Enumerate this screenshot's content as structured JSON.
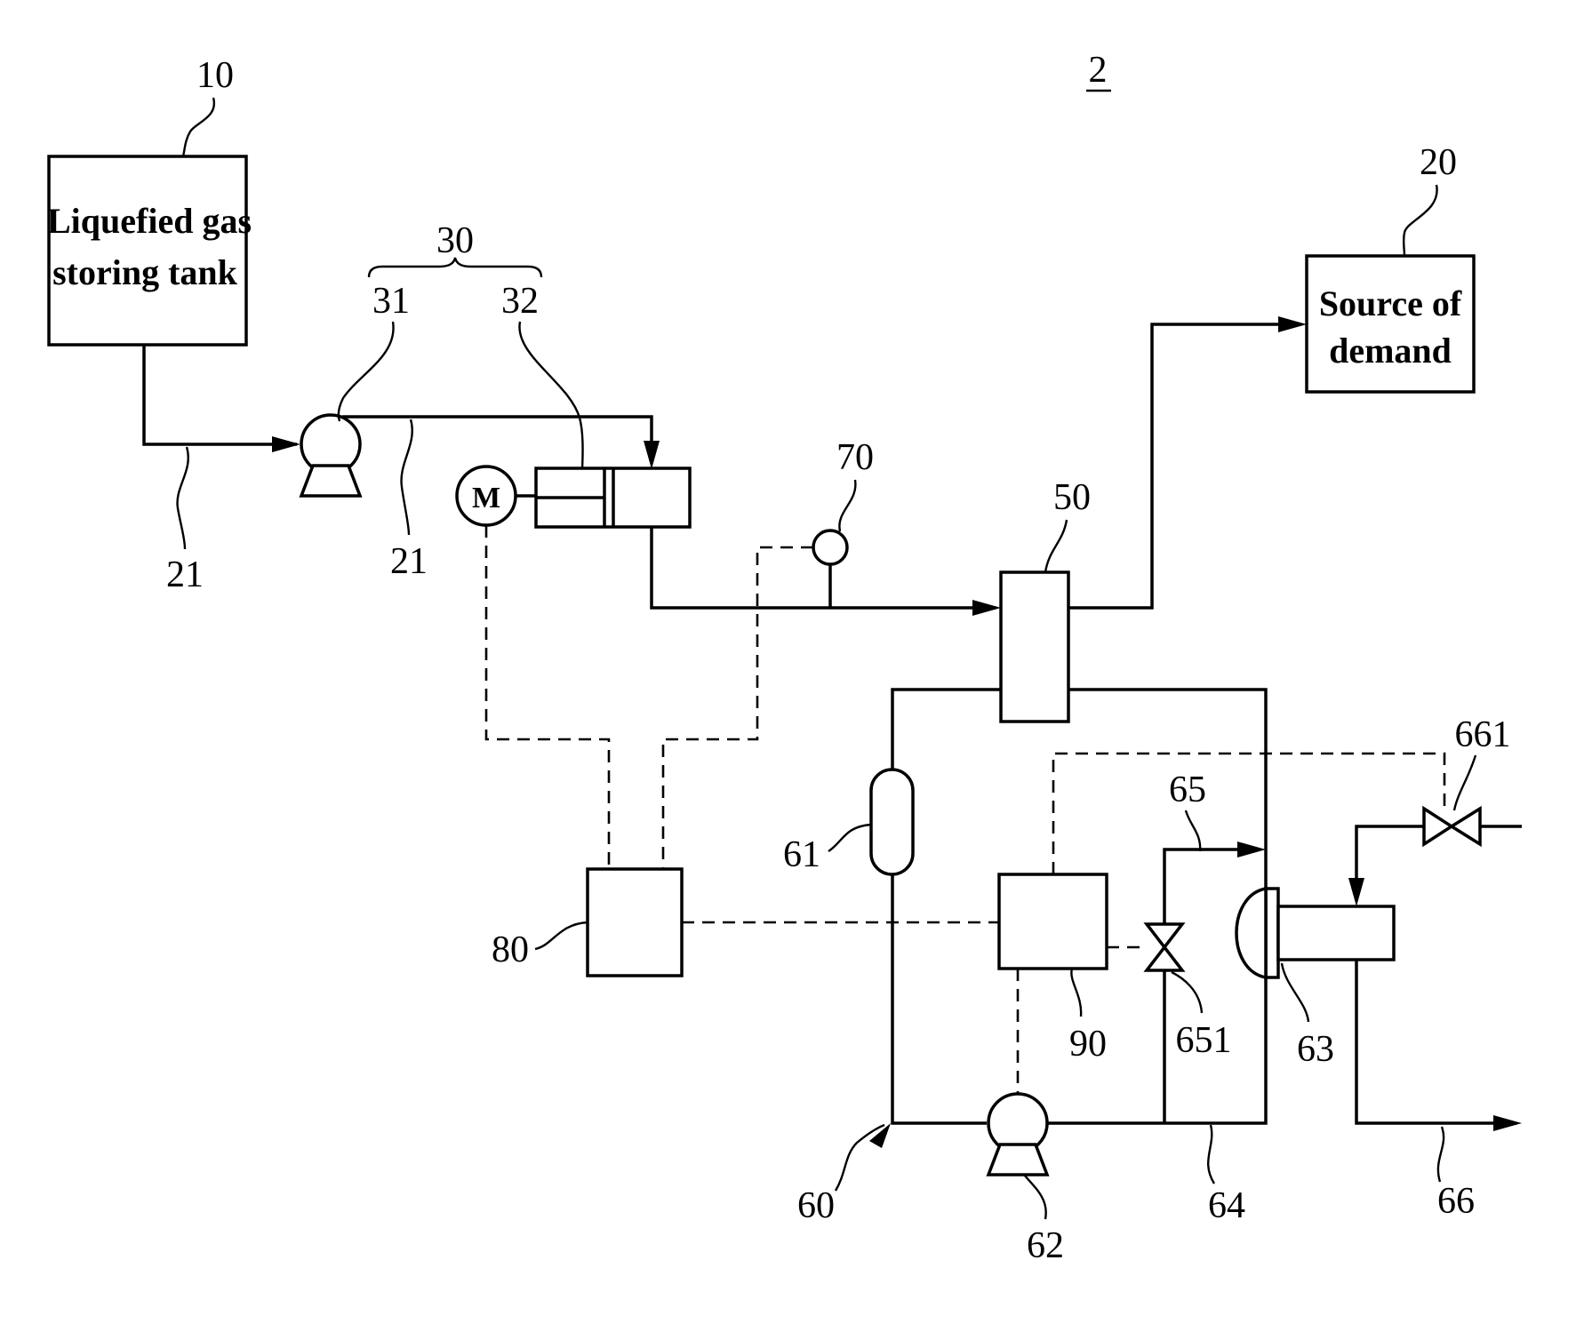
{
  "figure_number": "2",
  "components": {
    "tank": {
      "ref": "10",
      "label_line1": "Liquefied gas",
      "label_line2": "storing tank"
    },
    "demand": {
      "ref": "20",
      "label_line1": "Source of",
      "label_line2": "demand"
    },
    "pump_group": {
      "ref": "30",
      "pump_ref": "31",
      "cylinder_ref": "32"
    },
    "supply_line": {
      "ref_a": "21",
      "ref_b": "21"
    },
    "motor": {
      "symbol": "M"
    },
    "sensor": {
      "ref": "70"
    },
    "heat_exchanger": {
      "ref": "50"
    },
    "controller": {
      "ref": "80"
    },
    "secondary_controller": {
      "ref": "90"
    },
    "circuit": {
      "ref": "60"
    },
    "expansion_tank": {
      "ref": "61"
    },
    "circulation_pump": {
      "ref": "62"
    },
    "heater": {
      "ref": "63"
    },
    "return_line": {
      "ref": "64"
    },
    "bypass_line": {
      "ref": "65",
      "valve_ref": "651"
    },
    "fuel_line": {
      "ref": "66",
      "valve_ref": "661"
    }
  }
}
